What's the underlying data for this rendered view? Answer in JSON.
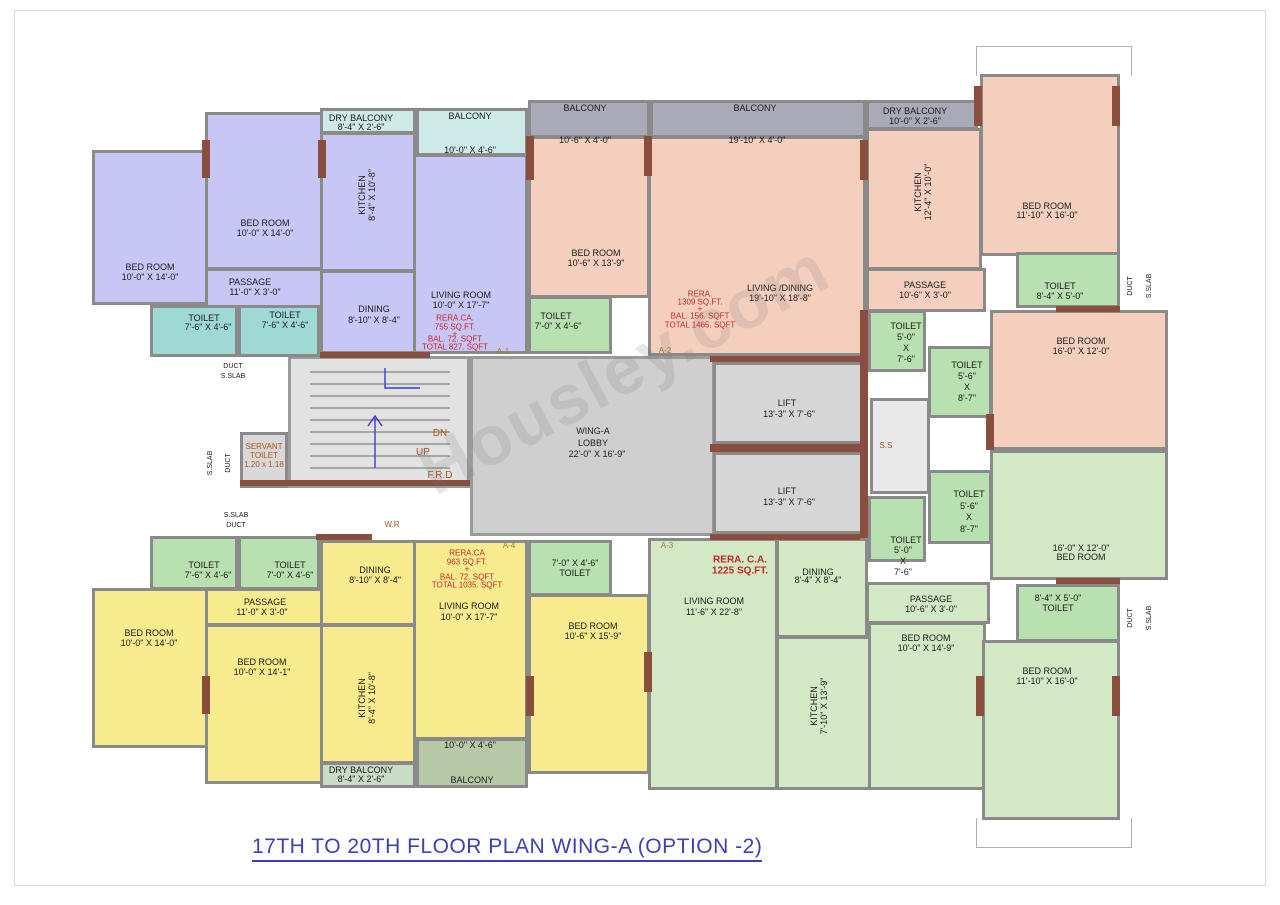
{
  "title": "17TH TO 20TH FLOOR PLAN WING-A (OPTION -2)",
  "watermark": "Housley.com",
  "colors": {
    "a1_lavender": "#c7c6f5",
    "a2_peach": "#f4cfbe",
    "a3_green": "#d3e8c4",
    "a4_yellow": "#f7eb8e",
    "lobby_grey": "#cfcfcf",
    "toilet_teal": "#9fd9d6",
    "toilet_green": "#b9e0b0",
    "balcony_grey": "#a9a9b8",
    "wall": "#8a8a8a",
    "door_brown": "#8a4e3e",
    "rera_red": "#c0272d",
    "title_blue": "#3d3fb3"
  },
  "wing_a1": {
    "tag": "A-1",
    "bed1": "BED ROOM",
    "bed1_dim": "10'-0\" X 14'-0\"",
    "bed2": "BED ROOM",
    "bed2_dim": "10'-0\" X 14'-0\"",
    "dry_balcony": "DRY BALCONY",
    "dry_balcony_dim": "8'-4\" X 2'-6\"",
    "balcony": "BALCONY",
    "balcony_dim": "10'-0\" X 4'-6\"",
    "kitchen": "KITCHEN",
    "kitchen_dim": "8'-4\" X 10'-8\"",
    "passage": "PASSAGE",
    "passage_dim": "11'-0\" X 3'-0\"",
    "living": "LIVING ROOM",
    "living_dim": "10'-0\" X 17'-7\"",
    "dining": "DINING",
    "dining_dim": "8'-10\" X 8'-4\"",
    "toilet1": "TOILET",
    "toilet1_dim": "7'-6\" X 4'-6\"",
    "toilet2": "TOILET",
    "toilet2_dim": "7'-6\" X 4'-6\"",
    "rera": [
      "RERA.CA.",
      "755 SQ.FT.",
      "+",
      "BAL. 72. SQFT",
      "TOTAL 827. SQFT"
    ],
    "duct": "DUCT",
    "slab": "S.SLAB"
  },
  "wing_a2": {
    "tag": "A-2",
    "balcony1": "BALCONY",
    "balcony1_dim": "10'-6\" X 4'-0\"",
    "balcony2": "BALCONY",
    "balcony2_dim": "19'-10\" X 4'-0\"",
    "bed": "BED ROOM",
    "bed_dim": "10'-6\" X 13'-9\"",
    "toilet": "TOILET",
    "toilet_dim": "7'-0\" X 4'-6\"",
    "living": "LIVING /DINING",
    "living_dim": "19'-10\" X 18'-8\"",
    "rera": [
      "RERA.",
      "1309 SQ.FT.",
      "+",
      "BAL. 156. SQFT",
      "TOTAL 1465. SQFT"
    ]
  },
  "wing_a3_top": {
    "dry_balcony": "DRY BALCONY",
    "dry_balcony_dim": "10'-0\" X 2'-6\"",
    "kitchen": "KITCHEN",
    "kitchen_dim": "12'-4\" X 10'-0\"",
    "bed1": "BED ROOM",
    "bed1_dim": "11'-10\" X 16'-0\"",
    "toilet1": "TOILET",
    "toilet1_dim": "8'-4\" X 5'-0\"",
    "passage": "PASSAGE",
    "passage_dim": "10'-6\" X 3'-0\"",
    "toilet2": "TOILET",
    "toilet2_a": "5'-0\"",
    "toilet2_b": "X",
    "toilet2_c": "7'-6\"",
    "toilet3": "TOILET",
    "toilet3_a": "5'-6\"",
    "toilet3_b": "X",
    "toilet3_c": "8'-7\"",
    "bed2": "BED ROOM",
    "bed2_dim": "16'-0\" X 12'-0\"",
    "duct": "DUCT",
    "slab": "S.SLAB"
  },
  "core": {
    "lobby": "WING-A",
    "lobby2": "LOBBY",
    "lobby_dim": "22'-0\" X 16'-9\"",
    "lift1": "LIFT",
    "lift1_dim": "13'-3\" X 7'-6\"",
    "lift2": "LIFT",
    "lift2_dim": "13'-3\" X 7'-6\"",
    "dn": "DN",
    "up": "UP",
    "frd": "F.R.D",
    "servant": "SERVANT",
    "servant2": "TOILET",
    "servant_dim": "1.20 x 1.18",
    "ss": "S.S",
    "wr": "W.R",
    "duct_l": "DUCT",
    "slab_l": "S.SLAB"
  },
  "wing_a4": {
    "tag": "A-4",
    "toilet1": "TOILET",
    "toilet1_dim": "7'-6\" X 4'-6\"",
    "toilet2": "TOILET",
    "toilet2_dim": "7'-0\" X 4'-6\"",
    "passage": "PASSAGE",
    "passage_dim": "11'-0\" X 3'-0\"",
    "bed1": "BED ROOM",
    "bed1_dim": "10'-0\" X 14'-0\"",
    "bed2": "BED ROOM",
    "bed2_dim": "10'-0\" X 14'-1\"",
    "kitchen": "KITCHEN",
    "kitchen_dim": "8'-4\" X 10'-8\"",
    "dining": "DINING",
    "dining_dim": "8'-10\" X 8'-4\"",
    "living": "LIVING ROOM",
    "living_dim": "10'-0\" X 17'-7\"",
    "toilet3_dim": "7'-0\" X 4'-6\"",
    "toilet3": "TOILET",
    "bed3": "BED ROOM",
    "bed3_dim": "10'-6\" X 15'-9\"",
    "dry_balcony": "DRY BALCONY",
    "dry_balcony_dim": "8'-4\" X 2'-6\"",
    "balcony": "BALCONY",
    "balcony_dim": "10'-0\" X 4'-6\"",
    "rera": [
      "RERA.CA",
      "963 SQ.FT.",
      "+",
      "BAL. 72. SQFT",
      "TOTAL 1035. SQFT"
    ],
    "duct": "DUCT",
    "slab": "S.SLAB"
  },
  "wing_a3": {
    "tag": "A-3",
    "rera": "RERA. C.A.",
    "rera2": "1225 SQ.FT.",
    "dining": "DINING",
    "dining_dim": "8'-4\" X 8'-4\"",
    "living": "LIVING ROOM",
    "living_dim": "11'-6\" X 22'-8\"",
    "kitchen": "KITCHEN",
    "kitchen_dim": "7'-10\" X 13'-9\"",
    "passage": "PASSAGE",
    "passage_dim": "10'-6\" X 3'-0\"",
    "bed1": "BED ROOM",
    "bed1_dim": "10'-0\" X 14'-9\"",
    "bed2": "BED ROOM",
    "bed2_dim": "11'-10\" X 16'-0\"",
    "toilet1": "TOILET",
    "toilet1_dim": "8'-4\" X 5'-0\"",
    "toilet2": "TOILET",
    "toilet2_a": "5'-0\"",
    "toilet2_b": "X",
    "toilet2_c": "7'-6\"",
    "toilet3": "TOILET",
    "toilet3_a": "5'-6\"",
    "toilet3_b": "X",
    "toilet3_c": "8'-7\"",
    "bed3_dim": "16'-0\" X 12'-0\"",
    "bed3": "BED ROOM",
    "duct": "DUCT",
    "slab": "S.SLAB"
  }
}
